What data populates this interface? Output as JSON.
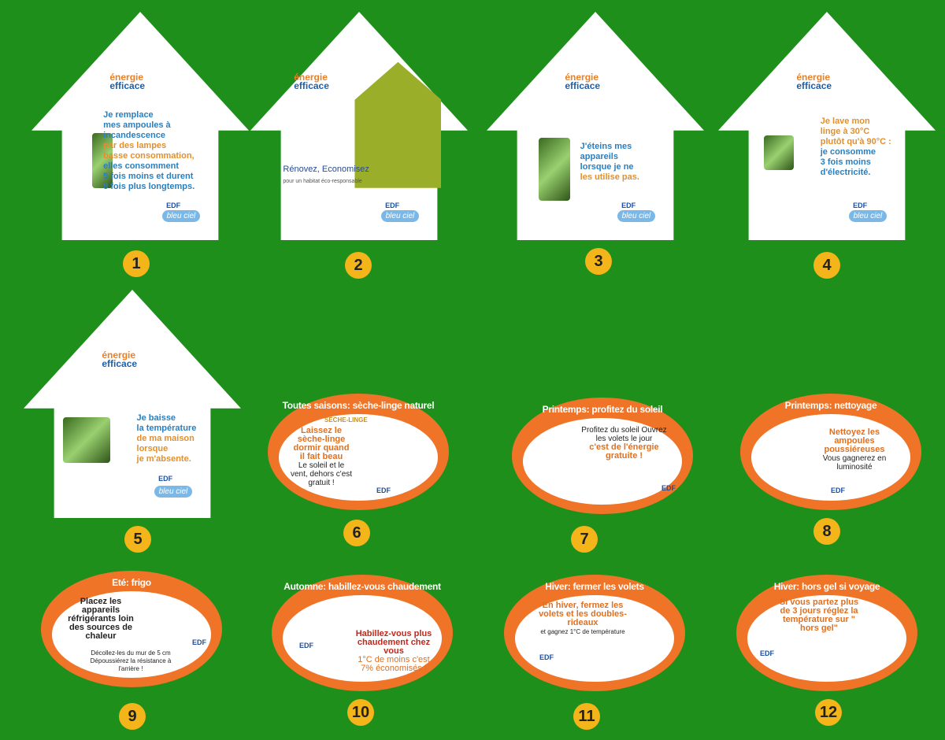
{
  "houses": [
    {
      "num": "1",
      "logo_a": "énergie",
      "logo_b": "efficace",
      "lines": [
        "Je remplace",
        "mes ampoules à",
        "incandescence"
      ],
      "orange": [
        "par des lampes",
        "basse consommation,"
      ],
      "lines2": [
        "elles consomment",
        "5 fois moins et durent",
        "8 fois plus longtemps."
      ],
      "edf": "EDF",
      "bleu": "bleu ciel"
    },
    {
      "num": "2",
      "logo_a": "énergie",
      "logo_b": "efficace",
      "text": "Rénovez, Economisez",
      "sub": "pour un habitat éco-responsable",
      "edf": "EDF",
      "bleu": "bleu ciel"
    },
    {
      "num": "3",
      "logo_a": "énergie",
      "logo_b": "efficace",
      "lines": [
        "J'éteins mes",
        "appareils",
        "lorsque je ne"
      ],
      "orange": [
        "les utilise pas."
      ],
      "edf": "EDF",
      "bleu": "bleu ciel"
    },
    {
      "num": "4",
      "logo_a": "énergie",
      "logo_b": "efficace",
      "orange": [
        "Je lave mon",
        "linge à 30°C",
        "plutôt qu'à 90°C :"
      ],
      "lines": [
        "je consomme",
        "3 fois moins",
        "d'électricité."
      ],
      "edf": "EDF",
      "bleu": "bleu ciel"
    },
    {
      "num": "5",
      "logo_a": "énergie",
      "logo_b": "efficace",
      "lines": [
        "Je baisse",
        "la température"
      ],
      "orange": [
        "de ma maison",
        "lorsque",
        "je m'absente."
      ],
      "edf": "EDF",
      "bleu": "bleu ciel"
    }
  ],
  "ovals": [
    {
      "num": "6",
      "title": "Toutes saisons: sèche-linge naturel",
      "label": "SÈCHE-LINGE",
      "a": "Laissez le sèche-linge dormir quand il fait beau",
      "b": "Le soleil et le vent, dehors c'est gratuit !",
      "edf": "EDF"
    },
    {
      "num": "7",
      "title": "Printemps: profitez du soleil",
      "b": "Profitez du soleil Ouvrez les volets le jour",
      "a": "c'est de l'énergie gratuite !",
      "edf": "EDF"
    },
    {
      "num": "8",
      "title": "Printemps: nettoyage",
      "a": "Nettoyez les ampoules poussiéreuses",
      "b": "Vous gagnerez en luminosité",
      "edf": "EDF"
    },
    {
      "num": "9",
      "title": "Eté: frigo",
      "b": "Placez les appareils réfrigérants loin des sources de chaleur",
      "c": "Décollez-les du mur de 5 cm Dépoussiérez la résistance à l'arrière !",
      "edf": "EDF"
    },
    {
      "num": "10",
      "title": "Automne: habillez-vous chaudement",
      "r": "Habillez-vous plus chaudement chez vous",
      "a": "1°C de moins c'est 7% économisés !",
      "edf": "EDF"
    },
    {
      "num": "11",
      "title": "Hiver: fermer les volets",
      "a": "En hiver, fermez les volets et les doubles-rideaux",
      "b": "et gagnez 1°C de température",
      "edf": "EDF"
    },
    {
      "num": "12",
      "title": "Hiver: hors gel si voyage",
      "a": "Si vous partez plus de 3 jours réglez la température sur \" hors gel\"",
      "edf": "EDF"
    }
  ]
}
